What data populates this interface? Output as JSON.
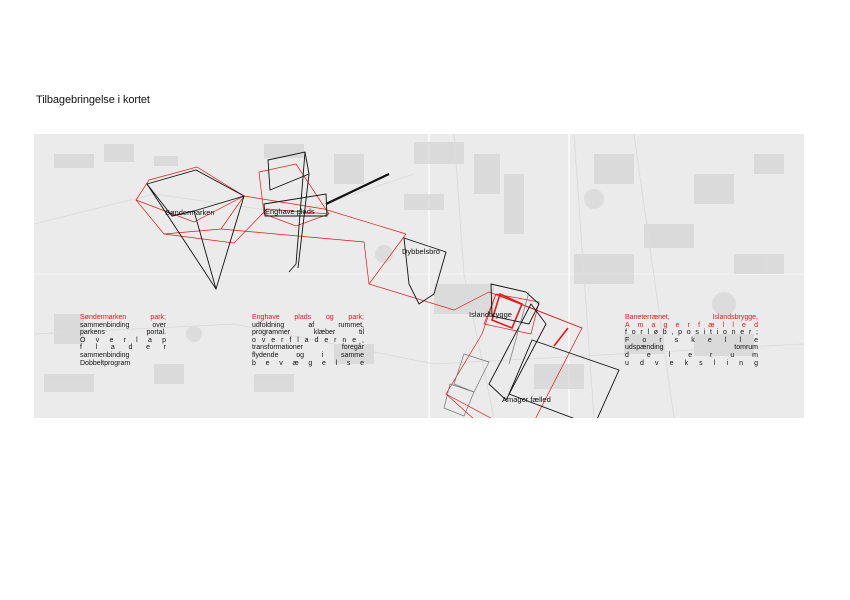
{
  "page": {
    "title": "Tilbagebringelse i kortet"
  },
  "colors": {
    "accent": "#e01a1a",
    "line": "#111111",
    "map_bg": "#ececec"
  },
  "map": {
    "labels": {
      "sondermarken": "Søndermarken",
      "enghave": "Enghave plads",
      "dybbelsbro": "Dybbelsbro",
      "islandbrygge": "Islandbrygge",
      "amager": "Amager fælled"
    }
  },
  "descriptions": {
    "d1": {
      "heading": "Søndermarken park;",
      "lines": [
        "sammenbinding over",
        "parkens portal.",
        "O v e r l a p",
        "f l a d e r",
        "sammenbinding",
        "Dobbeltprogram"
      ]
    },
    "d2": {
      "heading": "Enghave plads og park;",
      "lines": [
        "udfoldning af rummet,",
        "programmer klæber til",
        "o v e r f l a d e r n e ,",
        "transformationer foregår",
        "flydende og i samme",
        "b e v æ g e l s e"
      ]
    },
    "d3": {
      "heading_lines": [
        "Baneterrænet, Islandsbrygge,",
        "A m a g e r f æ l l e d"
      ],
      "lines": [
        "f o r l ø b , p o s i t i o n e r ;",
        "F o r s k e l l e",
        "udspænding tomrum",
        "d e l e r u m",
        "u d v e k s l i n g"
      ]
    }
  }
}
